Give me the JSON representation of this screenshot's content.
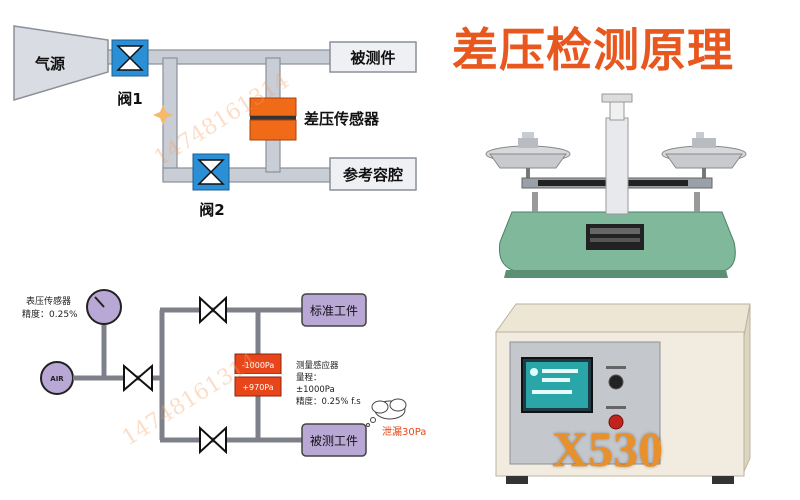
{
  "title": "差压检测原理",
  "top_diagram": {
    "source": "气源",
    "valve1": "阀1",
    "valve2": "阀2",
    "test_part": "被测件",
    "sensor": "差压传感器",
    "reference": "参考容腔"
  },
  "bottom_diagram": {
    "gauge_label": "表压传感器",
    "gauge_accuracy": "精度：0.25%",
    "air": "AIR",
    "standard_part": "标准工件",
    "tested_part": "被测工件",
    "sensor_top": "-1000Pa",
    "sensor_bottom": "+970Pa",
    "sensor_desc_1": "测量感应器",
    "sensor_desc_2": "量程：",
    "sensor_desc_3": "±1000Pa",
    "sensor_desc_4": "精度：0.25% f.s",
    "leak": "泄漏30Pa"
  },
  "watermark": "14748161314",
  "device_model": "X530",
  "colors": {
    "title": "#e8571e",
    "pipe": "#c9cdd6",
    "valve_blue": "#2b8fd6",
    "sensor_orange": "#f06a18",
    "purple": "#b9a8d6",
    "sensor_red": "#e8461a"
  }
}
